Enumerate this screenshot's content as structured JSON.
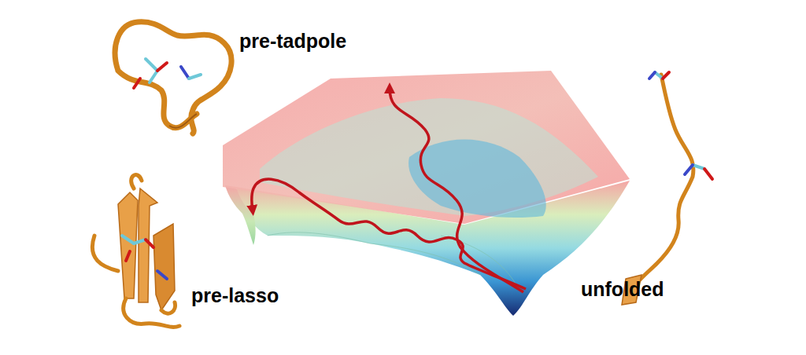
{
  "diagram": {
    "labels": [
      "pre-tadpole",
      "pre-lasso",
      "unfolded"
    ]
  }
}
